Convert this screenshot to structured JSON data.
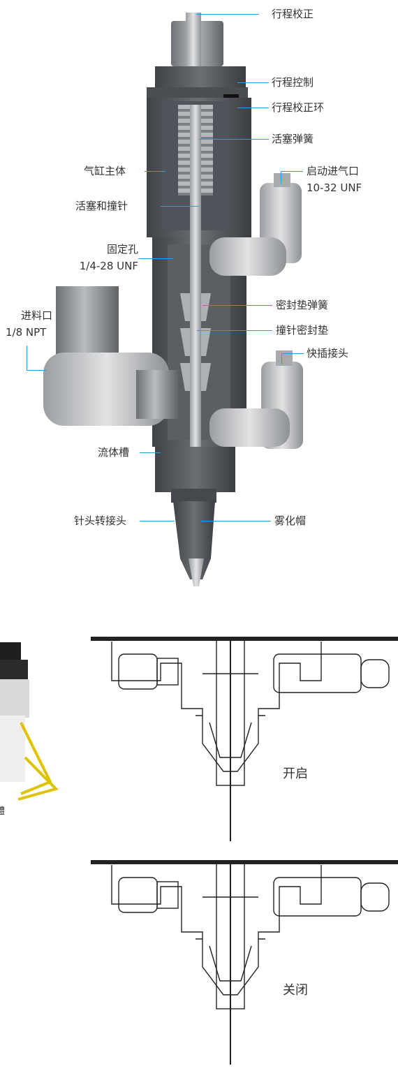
{
  "labels": {
    "stroke_adjust": "行程校正",
    "stroke_control": "行程控制",
    "stroke_adjust_ring": "行程校正环",
    "piston_spring": "活塞弹簧",
    "cylinder_body": "气缸主体",
    "piston_needle": "活塞和撞针",
    "air_inlet": "启动进气口",
    "air_inlet_thread": "10-32 UNF",
    "mount_hole": "固定孔",
    "mount_hole_thread": "1/4-28 UNF",
    "seal_spring": "密封垫弹簧",
    "needle_seal": "撞针密封垫",
    "feed_inlet": "进料口",
    "feed_inlet_thread": "1/8 NPT",
    "quick_fitting": "快插接头",
    "fluid_chamber": "流体槽",
    "nozzle_adapter": "针头转接头",
    "atomizing_cap": "雾化帽",
    "state_open": "开启",
    "state_closed": "关闭",
    "side_caption": "醴"
  },
  "colors": {
    "leader": "#2aa0d8",
    "metal_dark": "#5a5d60",
    "metal_mid": "#8e9196",
    "metal_light": "#c9cbcd",
    "bracket_yellow": "#e0c300"
  }
}
